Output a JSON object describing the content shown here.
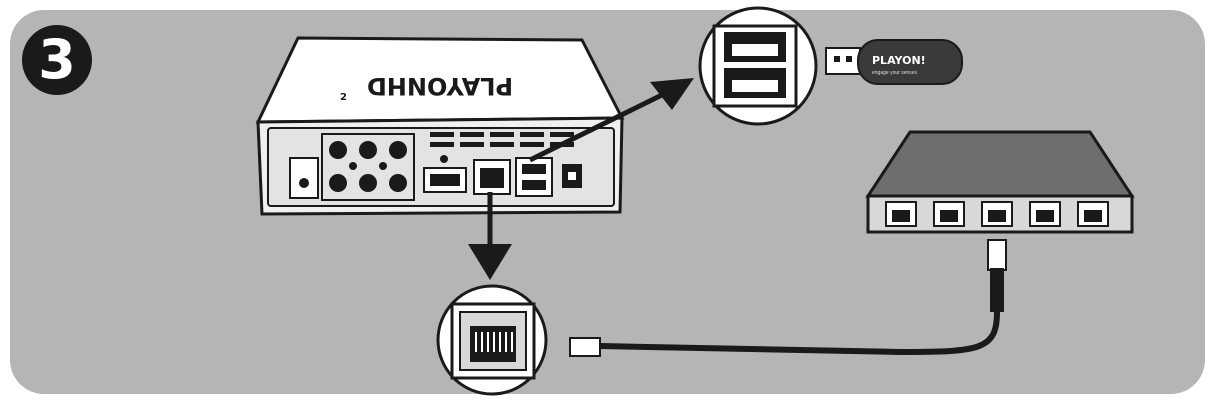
{
  "step": {
    "number": "3"
  },
  "device": {
    "brand": "PLAYONHD",
    "brand_suffix": "2"
  },
  "usb_stick": {
    "brand": "PLAYON!",
    "tagline": "engage your senses"
  },
  "colors": {
    "panel": "#b5b5b5",
    "outline": "#1a1a1a",
    "device_body": "#ffffff",
    "cable": "#1a1a1a",
    "switch_body": "#6e6e6e"
  },
  "icons": [
    "step-badge",
    "media-player",
    "usb-flash-drive",
    "network-switch",
    "ethernet-cable",
    "ethernet-port-zoom",
    "usb-port-zoom",
    "arrow-icon"
  ]
}
